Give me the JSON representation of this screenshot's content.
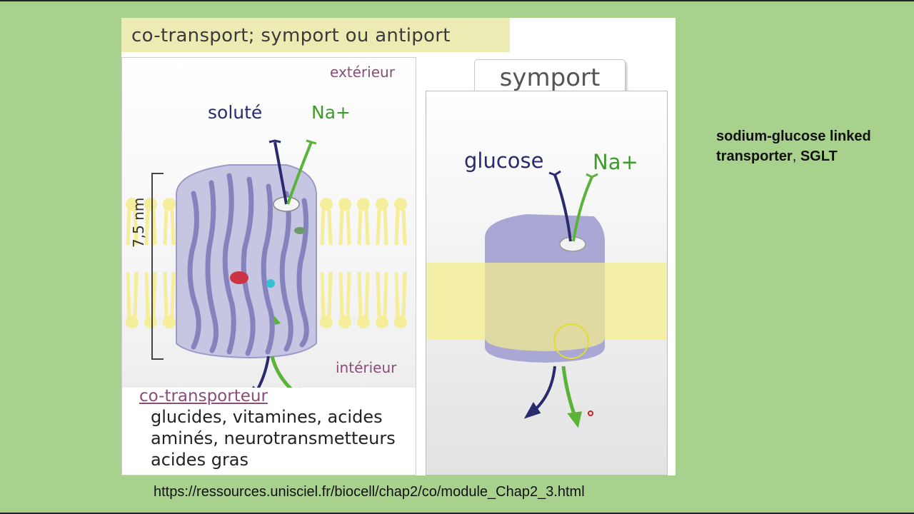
{
  "title": "co-transport; symport ou antiport",
  "left": {
    "exterior": "extérieur",
    "interior": "intérieur",
    "solute": "soluté",
    "na": "Na+",
    "scale": "7,5 nm",
    "cotransporteur": {
      "heading": "co-transporteur",
      "lines": [
        "glucides, vitamines, acides",
        "aminés, neurotransmetteurs",
        "acides gras"
      ]
    }
  },
  "right": {
    "heading": "symport",
    "glucose": "glucose",
    "na": "Na+"
  },
  "side_note": {
    "line1": "sodium-glucose linked",
    "line2_bold": "transporter",
    "line2_sep": ", ",
    "line2_end": "SGLT"
  },
  "url": "https://ressources.unisciel.fr/biocell/chap2/co/module_Chap2_3.html",
  "colors": {
    "background": "#a9d18e",
    "title_bar": "#ecebb4",
    "membrane": "#f4ee9a",
    "protein": "#a9a8d4",
    "solute_arrow": "#2a2a6e",
    "na_arrow": "#5cb33a",
    "label_purple": "#8a4c78"
  }
}
